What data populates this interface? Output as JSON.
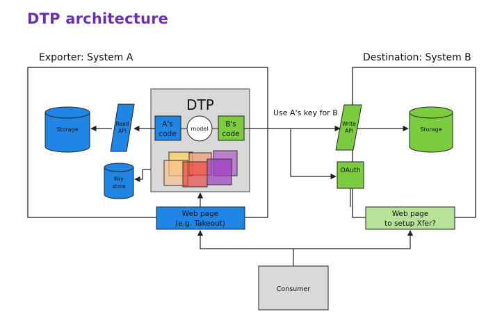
{
  "title": "DTP architecture",
  "colors": {
    "title": "#6a2fb5",
    "blue": "#1f86e6",
    "green": "#7ccc3f",
    "green_light": "#b8e29a",
    "grey": "#d9d9d9"
  },
  "system_a": {
    "label": "Exporter: System A",
    "storage": "Storage",
    "read_api_line1": "Read",
    "read_api_line2": "API",
    "key_store_line1": "Key",
    "key_store_line2": "store",
    "web_page_line1": "Web page",
    "web_page_line2": "(e.g. Takeout)"
  },
  "dtp": {
    "title": "DTP",
    "a_code_line1": "A's",
    "a_code_line2": "code",
    "model": "model",
    "b_code_line1": "B's",
    "b_code_line2": "code"
  },
  "connector_label": "Use A's key for B",
  "system_b": {
    "label": "Destination: System B",
    "write_api_line1": "Write",
    "write_api_line2": "API",
    "storage": "Storage",
    "oauth": "OAuth",
    "web_page_line1": "Web page",
    "web_page_line2": "to setup Xfer?"
  },
  "consumer": "Consumer"
}
